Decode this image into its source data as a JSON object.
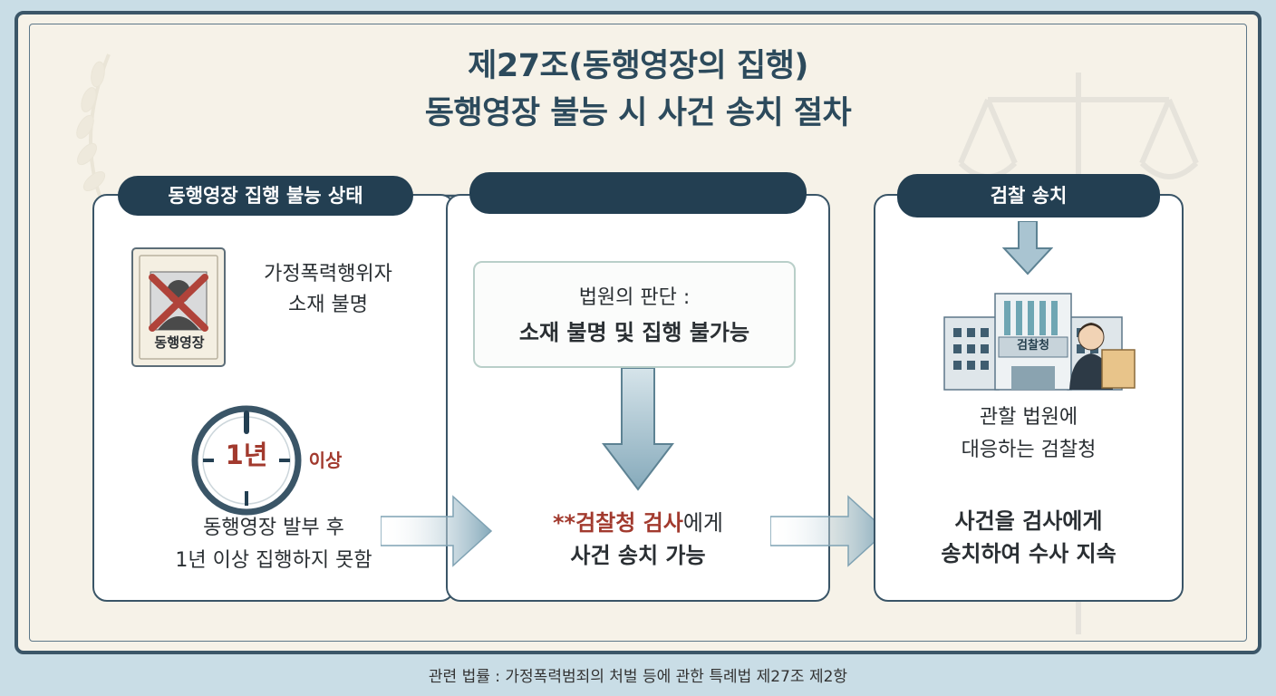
{
  "title": {
    "line1": "제27조(동행영장의 집행)",
    "line2": "동행영장 불능 시 사건 송치 절차"
  },
  "step1": {
    "header": "동행영장 집행 불능 상태",
    "warrant_label": "동행영장",
    "absent_line1": "가정폭력행위자",
    "absent_line2": "소재 불명",
    "clock_label": "1년",
    "clock_suffix": "이상",
    "desc_line1": "동행영장 발부 후",
    "desc_line2": "1년 이상 집행하지 못함"
  },
  "step2": {
    "header": "",
    "judge_line1": "법원의 판단 :",
    "judge_line2": "소재 불명 및 집행 불가능",
    "result_prefix": "**",
    "result_highlight": "검찰청 검사",
    "result_suffix": "에게",
    "result_line2": "사건 송치 가능"
  },
  "step3": {
    "header": "검찰 송치",
    "building_sign": "검찰청",
    "desc_line1": "관할 법원에",
    "desc_line2": "대응하는 검찰청",
    "result_line1": "사건을 검사에게",
    "result_line2": "송치하여 수사 지속"
  },
  "footer": "관련 법률 : 가정폭력범죄의 처벌 등에 관한 특례법 제27조 제2항",
  "colors": {
    "navy": "#233f52",
    "accent_red": "#a23a2e",
    "arrow": "#8fb3c4",
    "background": "#f6f2e8"
  },
  "icons": [
    "warrant-document-icon",
    "cross-mark-icon",
    "clock-icon",
    "prosecutor-office-icon",
    "official-person-icon",
    "down-arrow-icon",
    "right-arrow-icon",
    "scales-of-justice-icon",
    "laurel-icon"
  ]
}
